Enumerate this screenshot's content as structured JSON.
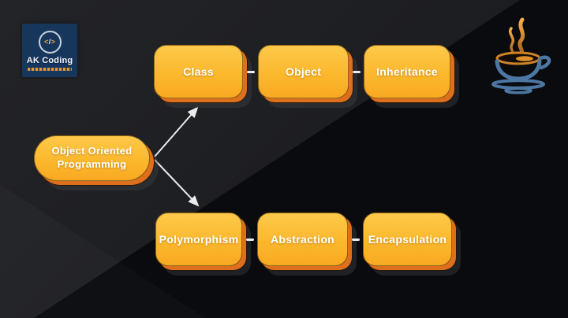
{
  "logo": {
    "title": "AK Coding",
    "glyph_left": "<",
    "glyph_slash": "/",
    "glyph_right": ">"
  },
  "icons": {
    "top_right": "java-coffee-cup-icon",
    "logo_badge": "code-icon"
  },
  "diagram": {
    "root_label": "Object Oriented Programming",
    "top_row": [
      "Class",
      "Object",
      "Inheritance"
    ],
    "bottom_row": [
      "Polymorphism",
      "Abstraction",
      "Encapsulation"
    ],
    "edges": [
      {
        "from": "Object Oriented Programming",
        "to": "Class"
      },
      {
        "from": "Object Oriented Programming",
        "to": "Polymorphism"
      }
    ]
  },
  "colors": {
    "node_fill": "#fbb82d",
    "node_rim": "#dd6f1d",
    "node_text": "#ffffff",
    "connector": "#ececec",
    "background_dark": "#0a0b0e",
    "background_light": "#202125",
    "logo_background": "#16365c",
    "cup_blue": "#4d77a3",
    "steam_orange": "#e09a2d"
  }
}
